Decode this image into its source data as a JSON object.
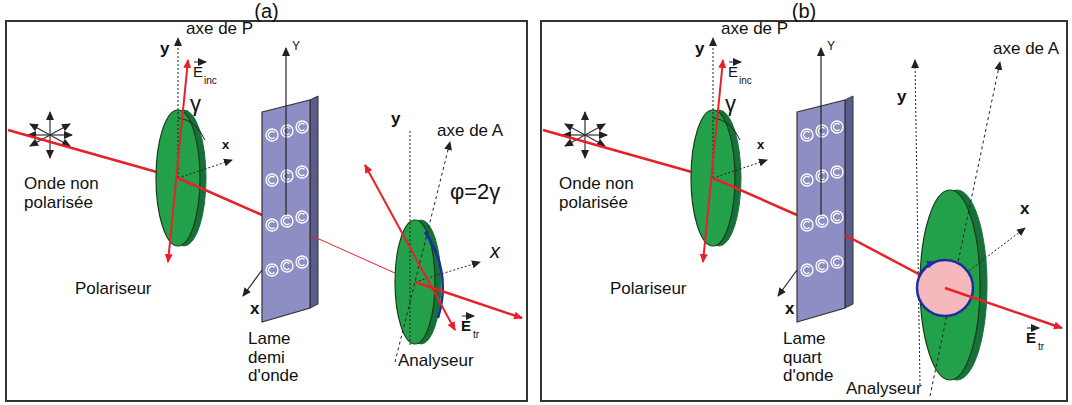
{
  "diagram": {
    "nodes": [
      {
        "text": [
          "(a)"
        ]
      },
      {
        "text": [
          "(b)"
        ]
      }
    ],
    "labels": [
      "axe de P",
      "y",
      "E",
      "inc",
      "γ",
      "x",
      "Y",
      "Onde non polarisée",
      "y",
      "axe de A",
      "φ=2γ",
      "x",
      "x",
      "Polariseur",
      "Lame demi d'onde",
      "Analyseur",
      "E",
      "tr",
      "axe de P",
      "y",
      "E",
      "inc",
      "γ",
      "x",
      "Y",
      "Onde non polarisée",
      "y",
      "axe de A",
      "x",
      "x",
      "Polariseur",
      "Lame quart d'onde",
      "Analyseur",
      "E",
      "tr"
    ]
  }
}
